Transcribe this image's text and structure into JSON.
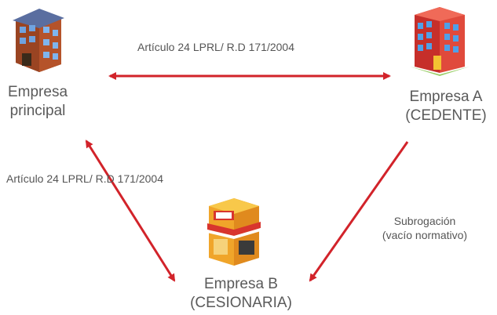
{
  "nodes": {
    "principal": {
      "line1": "Empresa",
      "line2": "principal"
    },
    "empresa_a": {
      "line1": "Empresa A",
      "line2": "(CEDENTE)"
    },
    "empresa_b": {
      "line1": "Empresa B",
      "line2": "(CESIONARIA)"
    }
  },
  "edges": {
    "principal_a": {
      "label": "Artículo 24 LPRL/ R.D 171/2004"
    },
    "principal_b": {
      "label": "Artículo 24 LPRL/ R.D 171/2004"
    },
    "a_b": {
      "line1": "Subrogación",
      "line2": "(vacío normativo)"
    }
  },
  "icons": {
    "principal": "brick-office-building-icon",
    "empresa_a": "red-office-building-icon",
    "empresa_b": "shop-storefront-icon"
  },
  "colors": {
    "arrow": "#d2232a",
    "text": "#555555"
  }
}
